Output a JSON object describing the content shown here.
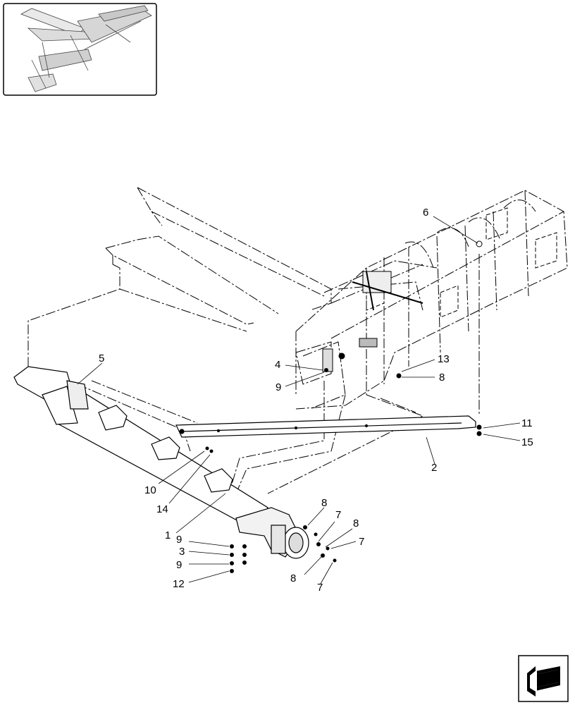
{
  "callouts": {
    "c1": "1",
    "c2": "2",
    "c3": "3",
    "c4": "4",
    "c5": "5",
    "c6": "6",
    "c7a": "7",
    "c7b": "7",
    "c7c": "7",
    "c8a": "8",
    "c8b": "8",
    "c8c": "8",
    "c8d": "8",
    "c9a": "9",
    "c9b": "9",
    "c9c": "9",
    "c10": "10",
    "c11": "11",
    "c12": "12",
    "c13": "13",
    "c14": "14",
    "c15": "15"
  },
  "icons": {
    "thumbnail": "assembly-overview-thumbnail",
    "nav": "next-page-arrow-icon"
  }
}
